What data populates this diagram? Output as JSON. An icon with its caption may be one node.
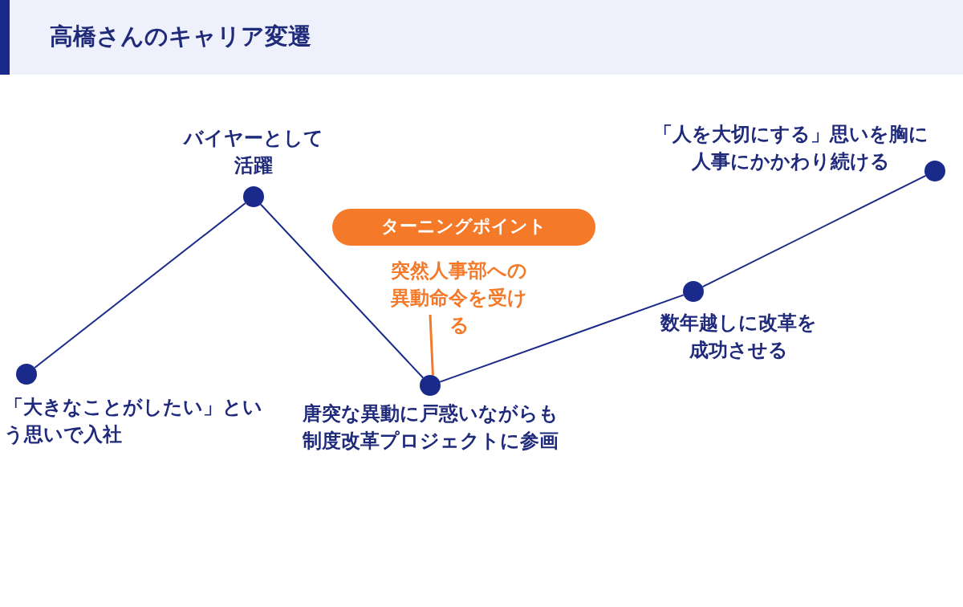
{
  "diagram": {
    "title": "高橋さんのキャリア変遷",
    "nodes": [
      {
        "text": [],
        "shape": "circle",
        "beside": [
          "「大きなことがしたい」という思いで入社"
        ]
      },
      {
        "text": [],
        "shape": "circle",
        "beside": [
          "バイヤーとして活躍"
        ]
      },
      {
        "text": [],
        "shape": "circle",
        "beside": [
          "唐突な異動に戸惑いながらも制度改革プロジェクトに参画"
        ]
      },
      {
        "text": [],
        "shape": "circle",
        "beside": [
          "数年越しに改革を成功させる"
        ]
      },
      {
        "text": [],
        "shape": "circle",
        "beside": [
          "「人を大切にする」思いを胸に人事にかかわり続ける"
        ]
      },
      {
        "text": [
          "ターニングポイント"
        ]
      },
      {
        "text": [
          "突然人事部への異動命令を受ける"
        ]
      }
    ],
    "edges": [
      {
        "from": 0,
        "to": 1,
        "arrow": "none"
      },
      {
        "from": 1,
        "to": 2,
        "arrow": "none"
      },
      {
        "from": 2,
        "to": 3,
        "arrow": "none"
      },
      {
        "from": 3,
        "to": 4,
        "arrow": "none"
      },
      {
        "from": 6,
        "to": 2,
        "arrow": "none",
        "color": "#f47a2a"
      }
    ]
  }
}
